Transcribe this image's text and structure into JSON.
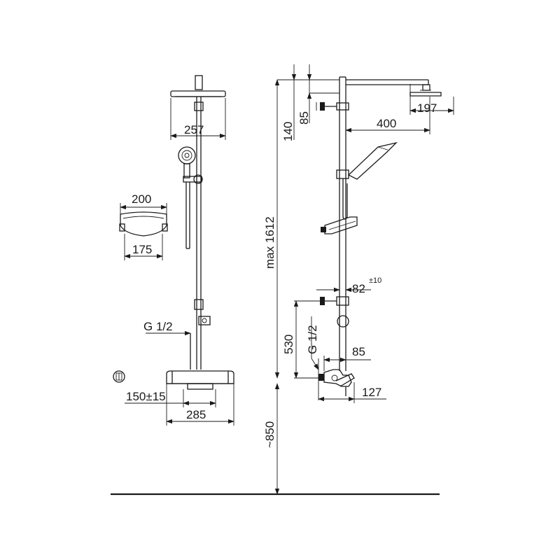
{
  "dimensions": {
    "head_width": "257",
    "shelf_width": "200",
    "shelf_depth": "175",
    "inlet_thread": "G 1/2",
    "center_distance": "150±15",
    "mixer_width": "285",
    "max_height": "max 1612",
    "top_offset": "140",
    "bracket_offset": "85",
    "head_diameter": "197",
    "arm_length": "400",
    "wall_bracket": "82",
    "wall_bracket_tol": "±10",
    "lower_height": "530",
    "side_inlet_thread": "G 1/2",
    "mixer_projection": "85",
    "mixer_depth": "127",
    "floor_height": "~850"
  }
}
